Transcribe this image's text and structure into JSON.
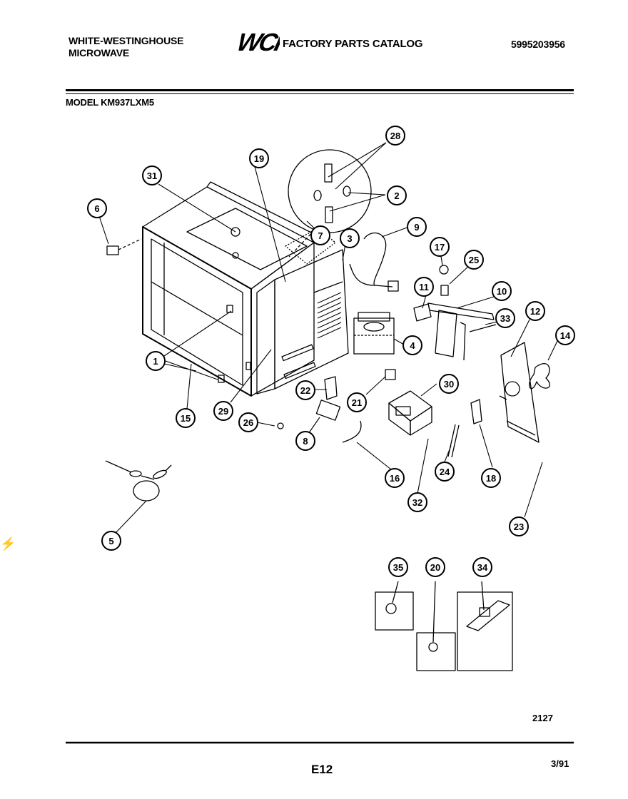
{
  "header": {
    "brand_line1": "WHITE-WESTINGHOUSE",
    "brand_line2": "MICROWAVE",
    "logo_text": "WCI",
    "catalog_title": "FACTORY PARTS CATALOG",
    "part_number": "5995203956",
    "model_label": "MODEL KM937LXM5"
  },
  "callouts": [
    {
      "id": "c1",
      "label": "1"
    },
    {
      "id": "c2",
      "label": "2"
    },
    {
      "id": "c3",
      "label": "3"
    },
    {
      "id": "c4",
      "label": "4"
    },
    {
      "id": "c5",
      "label": "5"
    },
    {
      "id": "c6",
      "label": "6"
    },
    {
      "id": "c7",
      "label": "7"
    },
    {
      "id": "c8",
      "label": "8"
    },
    {
      "id": "c9",
      "label": "9"
    },
    {
      "id": "c10",
      "label": "10"
    },
    {
      "id": "c11",
      "label": "11"
    },
    {
      "id": "c12",
      "label": "12"
    },
    {
      "id": "c14",
      "label": "14"
    },
    {
      "id": "c15",
      "label": "15"
    },
    {
      "id": "c16",
      "label": "16"
    },
    {
      "id": "c17",
      "label": "17"
    },
    {
      "id": "c18",
      "label": "18"
    },
    {
      "id": "c19",
      "label": "19"
    },
    {
      "id": "c20",
      "label": "20"
    },
    {
      "id": "c21",
      "label": "21"
    },
    {
      "id": "c22",
      "label": "22"
    },
    {
      "id": "c23",
      "label": "23"
    },
    {
      "id": "c24",
      "label": "24"
    },
    {
      "id": "c25",
      "label": "25"
    },
    {
      "id": "c26",
      "label": "26"
    },
    {
      "id": "c28",
      "label": "28"
    },
    {
      "id": "c29",
      "label": "29"
    },
    {
      "id": "c30",
      "label": "30"
    },
    {
      "id": "c31",
      "label": "31"
    },
    {
      "id": "c32",
      "label": "32"
    },
    {
      "id": "c33",
      "label": "33"
    },
    {
      "id": "c34",
      "label": "34"
    },
    {
      "id": "c35",
      "label": "35"
    }
  ],
  "footer": {
    "diagram_number": "2127",
    "page_code": "E12",
    "date": "3/91"
  }
}
